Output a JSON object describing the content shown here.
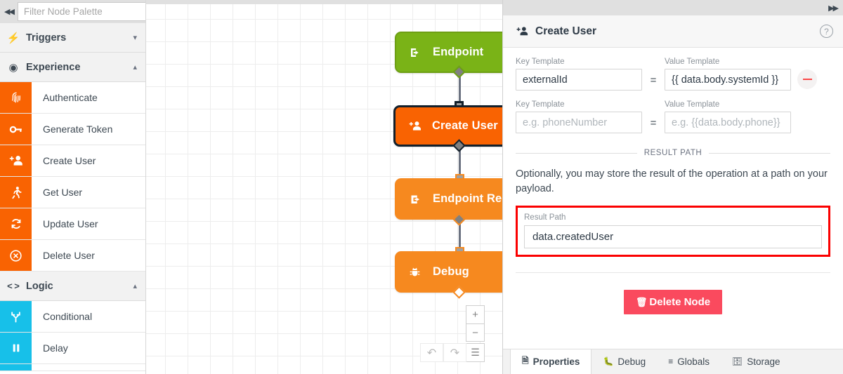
{
  "palette": {
    "collapse_icon": "double-chevron-left-icon",
    "filter_placeholder": "Filter Node Palette",
    "groups": [
      {
        "label": "Triggers",
        "icon": "lightning-bolt-icon",
        "chevron": "chevron-down-icon",
        "expanded": false,
        "items": []
      },
      {
        "label": "Experience",
        "icon": "droplet-circle-icon",
        "chevron": "chevron-up-icon",
        "expanded": true,
        "items": [
          {
            "label": "Authenticate",
            "icon": "fingerprint-icon",
            "color": "#f96302"
          },
          {
            "label": "Generate Token",
            "icon": "key-icon",
            "color": "#f96302"
          },
          {
            "label": "Create User",
            "icon": "user-plus-icon",
            "color": "#f96302"
          },
          {
            "label": "Get User",
            "icon": "running-man-icon",
            "color": "#f96302"
          },
          {
            "label": "Update User",
            "icon": "refresh-icon",
            "color": "#f96302"
          },
          {
            "label": "Delete User",
            "icon": "x-circle-icon",
            "color": "#f96302"
          }
        ]
      },
      {
        "label": "Logic",
        "icon": "code-brackets-icon",
        "chevron": "chevron-up-icon",
        "expanded": true,
        "items": [
          {
            "label": "Conditional",
            "icon": "branch-icon",
            "color": "#17c0e9"
          },
          {
            "label": "Delay",
            "icon": "pause-icon",
            "color": "#17c0e9"
          }
        ]
      }
    ]
  },
  "canvas": {
    "nodes": [
      {
        "label": "Endpoint",
        "icon": "endpoint-in-icon",
        "state": "normal",
        "color": "#7ab317"
      },
      {
        "label": "Create User",
        "icon": "user-plus-icon",
        "state": "selected",
        "color": "#f96302"
      },
      {
        "label": "Endpoint Reply",
        "icon": "endpoint-reply-icon",
        "state": "normal",
        "color": "#f6891f"
      },
      {
        "label": "Debug",
        "icon": "bug-icon",
        "state": "normal",
        "color": "#f6891f"
      }
    ],
    "controls": {
      "zoom_in": "+",
      "zoom_out": "−",
      "menu": "☰",
      "undo": "↶",
      "redo": "↷"
    }
  },
  "panel": {
    "expand_icon": "double-chevron-right-icon",
    "header": {
      "icon": "user-plus-icon",
      "title": "Create User",
      "help": "?"
    },
    "key_value_rows": [
      {
        "key_label": "Key Template",
        "key_value": "externalId",
        "key_placeholder": "",
        "equals": "=",
        "value_label": "Value Template",
        "value_value": "{{ data.body.systemId }}",
        "value_placeholder": "",
        "removable": true
      },
      {
        "key_label": "Key Template",
        "key_value": "",
        "key_placeholder": "e.g. phoneNumber",
        "equals": "=",
        "value_label": "Value Template",
        "value_value": "",
        "value_placeholder": "e.g. {{data.body.phone}}",
        "removable": false
      }
    ],
    "result_section": {
      "divider_label": "RESULT PATH",
      "helper_text": "Optionally, you may store the result of the operation at a path on your payload.",
      "field_label": "Result Path",
      "field_value": "data.createdUser",
      "highlight_color": "#fb0000"
    },
    "delete_button": {
      "label": "Delete Node",
      "icon": "trash-icon",
      "color": "#fa4a5e"
    },
    "tabs": [
      {
        "label": "Properties",
        "icon": "document-icon",
        "active": true
      },
      {
        "label": "Debug",
        "icon": "bug-icon",
        "active": false
      },
      {
        "label": "Globals",
        "icon": "list-icon",
        "active": false
      },
      {
        "label": "Storage",
        "icon": "database-icon",
        "active": false
      }
    ]
  }
}
